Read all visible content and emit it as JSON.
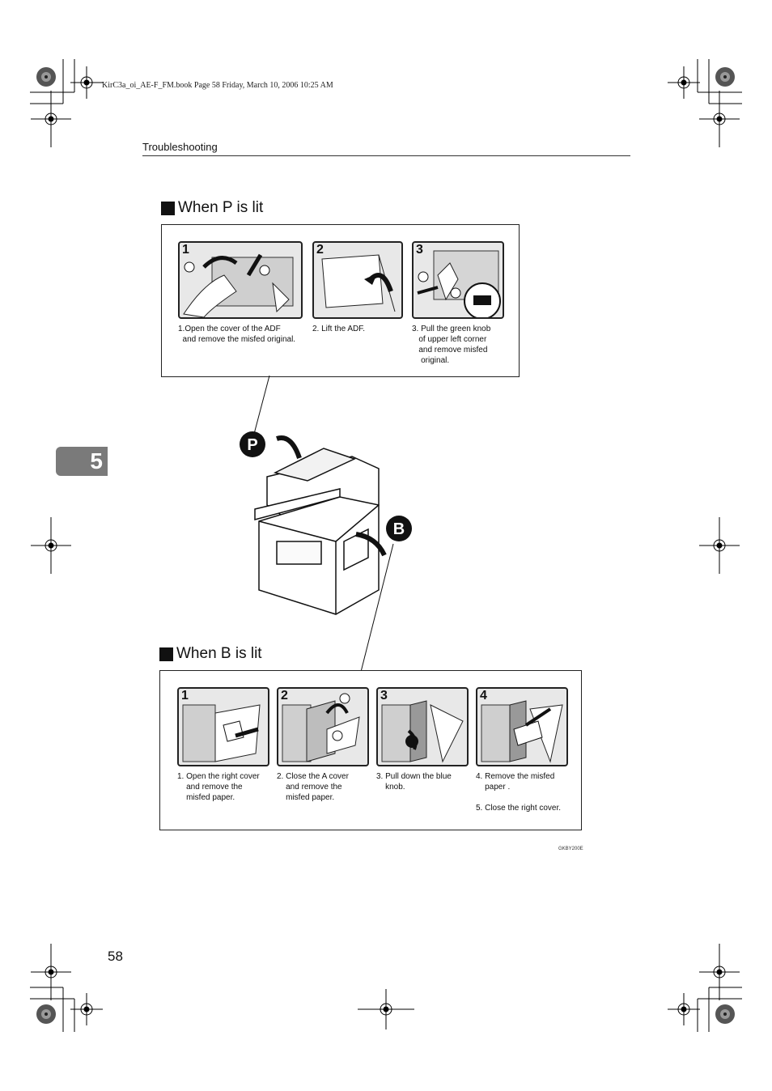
{
  "book_line": "KirC3a_oi_AE-F_FM.book  Page 58  Friday, March 10, 2006  10:25 AM",
  "header": {
    "section": "Troubleshooting"
  },
  "chapter_tab": {
    "number": "5"
  },
  "section_p": {
    "title": "When P is lit",
    "steps": [
      {
        "num": "1",
        "caption": "1.Open the cover of the ADF\n  and remove the misfed original."
      },
      {
        "num": "2",
        "caption": "2. Lift the ADF."
      },
      {
        "num": "3",
        "caption": "3. Pull the green knob\n   of upper left corner\n   and remove misfed\n    original."
      }
    ]
  },
  "machine": {
    "label_p": "P",
    "label_b": "B"
  },
  "section_b": {
    "title": "When B is lit",
    "steps": [
      {
        "num": "1",
        "caption": "1. Open the right cover\n    and remove the\n    misfed paper."
      },
      {
        "num": "2",
        "caption": "2. Close the A cover\n    and remove the\n    misfed paper."
      },
      {
        "num": "3",
        "caption": "3. Pull down the blue\n    knob."
      },
      {
        "num": "4",
        "caption": "4. Remove the misfed\n    paper .\n\n5. Close the right cover."
      }
    ]
  },
  "figure_code": "GKBY200E",
  "page_number": "58"
}
